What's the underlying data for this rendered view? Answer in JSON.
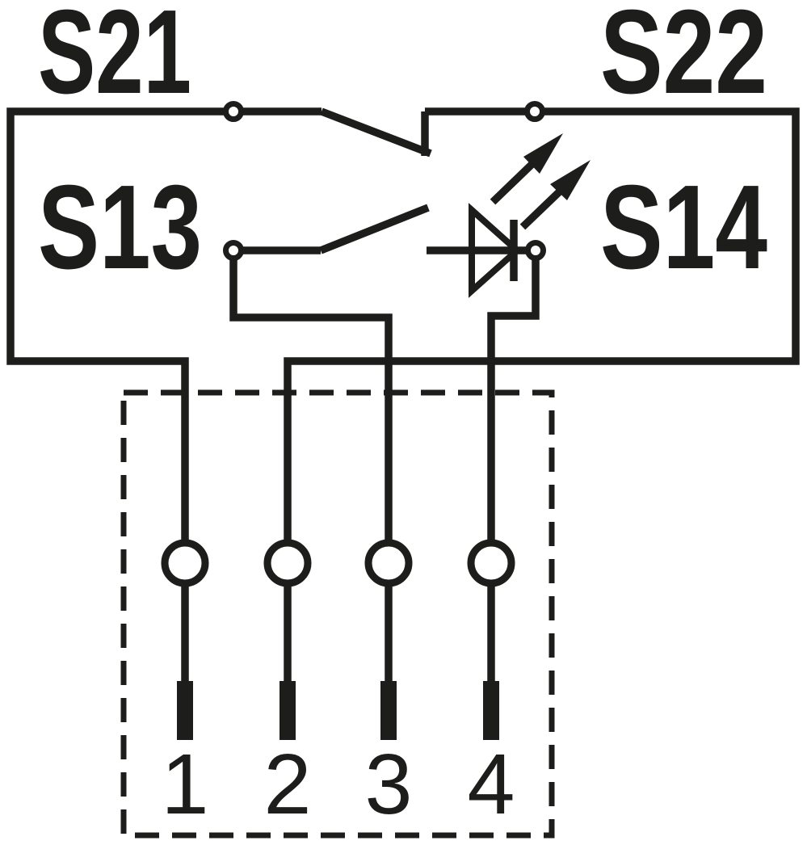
{
  "colors": {
    "line": "#1d1d1b",
    "background": "#ffffff"
  },
  "terminals": {
    "s21": "S21",
    "s22": "S22",
    "s13": "S13",
    "s14": "S14"
  },
  "pins": [
    {
      "number": "1"
    },
    {
      "number": "2"
    },
    {
      "number": "3"
    },
    {
      "number": "4"
    }
  ]
}
